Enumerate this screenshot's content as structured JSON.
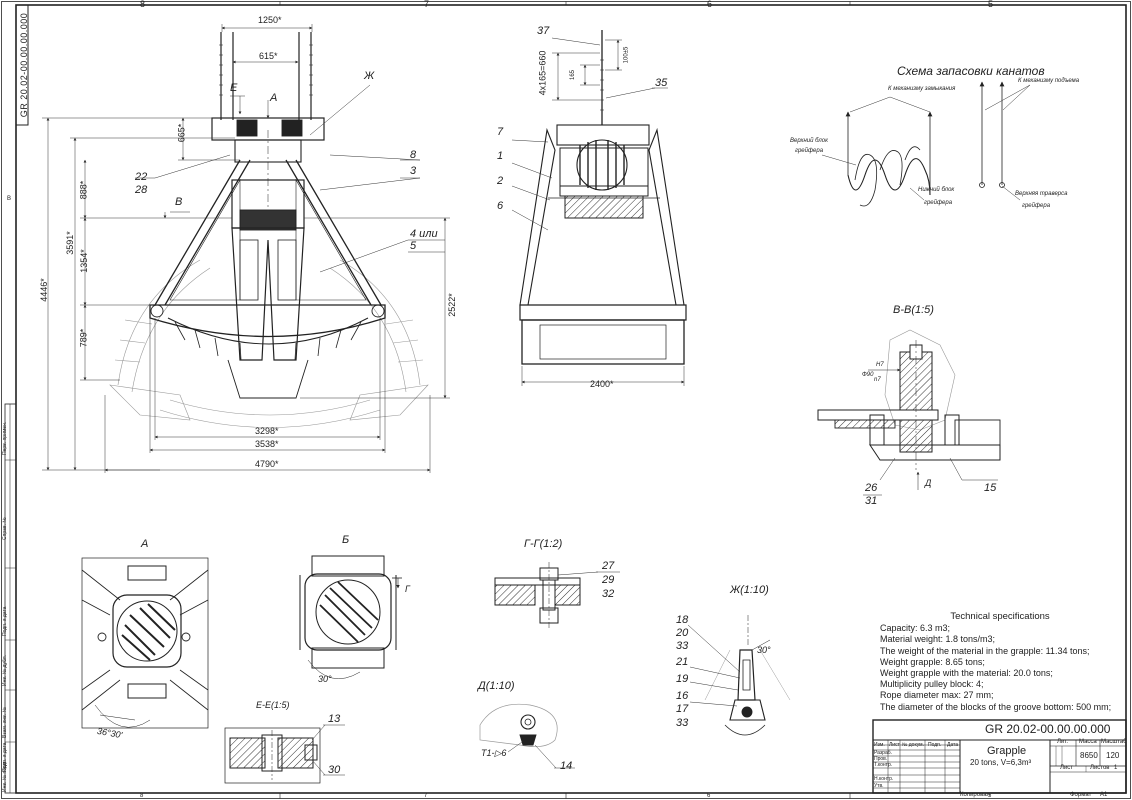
{
  "sheet": {
    "designation": "GR 20.02-00.00.00.000",
    "zone_numbers_top": [
      "8",
      "7",
      "6",
      "5"
    ],
    "zone_numbers_bottom": [
      "8",
      "7",
      "6",
      "5"
    ],
    "zone_letters_left": [
      "B"
    ],
    "copied_label": "Копировал",
    "format_label": "Формат",
    "format_value": "A1"
  },
  "side_stamps": [
    "Перв. примен.",
    "Справ. №",
    "Подп. и дата",
    "Инв. № дубл.",
    "Взам. инв. №",
    "Подп. и дата",
    "Инв. № подл."
  ],
  "dimensions": {
    "d1250": "1250*",
    "d615": "615*",
    "d665": "665*",
    "d888": "888*",
    "d4446": "4446*",
    "d3591": "3591*",
    "d1354": "1354*",
    "d789": "789*",
    "d2522": "2522*",
    "d3298": "3298*",
    "d3538": "3538*",
    "d4790": "4790*",
    "d2400": "2400*",
    "d4x": "4х165=660",
    "d165": "165",
    "d100": "100±5",
    "d90": "Ф90",
    "fit_h": "H7",
    "fit_n": "n7",
    "d30a": "30°",
    "d30b": "30°",
    "d36": "36°30'",
    "weld": "Т1-▷6"
  },
  "section_letters": {
    "e": "Е",
    "a": "А",
    "zh": "Ж",
    "v": "В",
    "b_small": "Б",
    "v_right": "В",
    "g": "Г",
    "d_arrow": "Д"
  },
  "callouts": {
    "c37": "37",
    "c35": "35",
    "c7": "7",
    "c1": "1",
    "c2": "2",
    "c6": "6",
    "c8": "8",
    "c3": "3",
    "c22": "22",
    "c28": "28",
    "c4": "4 или",
    "c5": "5",
    "c26": "26",
    "c31": "31",
    "c15": "15",
    "c27": "27",
    "c29": "29",
    "c32": "32",
    "c18": "18",
    "c20": "20",
    "c33a": "33",
    "c21": "21",
    "c19": "19",
    "c16": "16",
    "c17": "17",
    "c33b": "33",
    "c13": "13",
    "c30": "30",
    "c14": "14"
  },
  "views": {
    "vv": "В-В(1:5)",
    "gg": "Г-Г(1:2)",
    "zh": "Ж(1:10)",
    "d": "Д(1:10)",
    "a": "А",
    "b": "Б",
    "ee": "Е-Е(1:5)"
  },
  "reeving": {
    "title": "Схема запасовки канатов",
    "to_closing": "К механизму замыкания",
    "to_hoist": "К механизму подъема",
    "upper_block_1": "Верхний блок",
    "upper_block_2": "грейфера",
    "lower_block_1": "Нижний блок",
    "lower_block_2": "грейфера",
    "upper_traverse_1": "Верхняя траверса",
    "upper_traverse_2": "грейфера"
  },
  "specs": {
    "title": "Technical specifications",
    "lines": [
      "Capacity: 6.3 m3;",
      "Material weight:  1.8 tons/m3;",
      "The weight of the material in the grapple: 11.34 tons;",
      "Weight grapple: 8.65 tons;",
      "Weight grapple with the material: 20.0 tons;",
      "Multiplicity pulley block: 4;",
      "Rope diameter max: 27 mm;",
      "The diameter of the blocks of the groove bottom: 500 mm;"
    ]
  },
  "title_block": {
    "designation": "GR 20.02-00.00.00.000",
    "name": "Grapple",
    "subtitle": "20 tons, V=6,3m³",
    "lit_label": "Лит.",
    "mass_label": "Масса",
    "scale_label": "Масштаб",
    "mass": "8650",
    "scale": "120",
    "sheet_label": "Лист",
    "sheets_label": "Листов",
    "sheets_value": "1",
    "col_izm": "Изм.",
    "col_list": "Лист",
    "col_doc": "№ докум.",
    "col_sign": "Подп.",
    "col_date": "Дата",
    "row_razrab": "Разраб.",
    "row_prov": "Пров.",
    "row_tkontr": "Т.контр.",
    "row_nkontr": "Н.контр.",
    "row_utv": "Утв."
  }
}
